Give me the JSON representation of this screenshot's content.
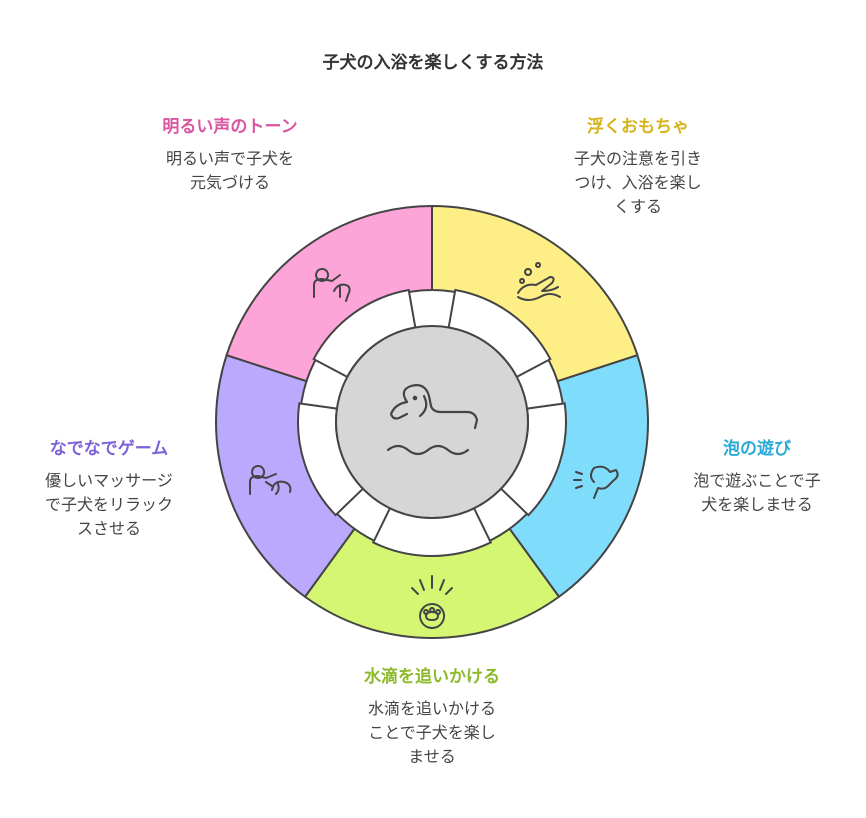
{
  "title": "子犬の入浴を楽しくする方法",
  "segments": [
    {
      "id": "bright-voice",
      "heading": "明るい声のトーン",
      "desc_lines": [
        "明るい声で子犬を",
        "元気づける"
      ],
      "color": "#fda4d9",
      "accent": "#d9559f",
      "icon": "person-with-dog-icon"
    },
    {
      "id": "floating-toys",
      "heading": "浮くおもちゃ",
      "desc_lines": [
        "子犬の注意を引き",
        "つけ、入浴を楽し",
        "くする"
      ],
      "color": "#fdef86",
      "accent": "#d4b41a",
      "icon": "hand-with-bubbles-icon"
    },
    {
      "id": "bubble-play",
      "heading": "泡の遊び",
      "desc_lines": [
        "泡で遊ぶことで子",
        "犬を楽しませる"
      ],
      "color": "#7fdcfb",
      "accent": "#2aa9d6",
      "icon": "barking-dog-icon"
    },
    {
      "id": "chase-drops",
      "heading": "水滴を追いかける",
      "desc_lines": [
        "水滴を追いかける",
        "ことで子犬を楽し",
        "ませる"
      ],
      "color": "#d5f673",
      "accent": "#8cba2a",
      "icon": "paw-sparkle-icon"
    },
    {
      "id": "petting-game",
      "heading": "なでなでゲーム",
      "desc_lines": [
        "優しいマッサージ",
        "で子犬をリラック",
        "スさせる"
      ],
      "color": "#baa9fc",
      "accent": "#7b62d8",
      "icon": "petting-hand-icon"
    }
  ],
  "center": {
    "icon": "dog-bathing-icon",
    "color": "#d6d6d6"
  }
}
